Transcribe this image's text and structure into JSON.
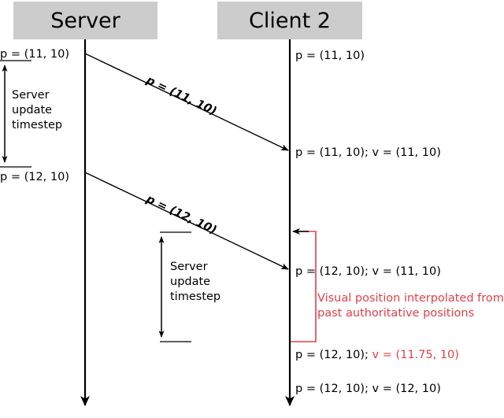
{
  "diagram": {
    "title_server": "Server",
    "title_client": "Client 2",
    "colors": {
      "header_fill": "#cccccc",
      "line": "#000000",
      "accent_red": "#e0404a"
    },
    "lanes": [
      {
        "name": "server",
        "label": "Server"
      },
      {
        "name": "client2",
        "label": "Client 2"
      }
    ],
    "server_labels": [
      {
        "text": "p = (11, 10)"
      },
      {
        "text": "p = (12, 10)"
      }
    ],
    "brackets": [
      {
        "label_lines": [
          "Server",
          "update",
          "timestep"
        ]
      },
      {
        "label_lines": [
          "Server",
          "update",
          "timestep"
        ]
      }
    ],
    "messages": [
      {
        "label": "p = (11, 10)"
      },
      {
        "label": "p = (12, 10)"
      }
    ],
    "client_labels": [
      {
        "black": "p = (11, 10)",
        "red": ""
      },
      {
        "black": "p = (11, 10); v = (11, 10)",
        "red": ""
      },
      {
        "black": "p = (12, 10); v = (11, 10)",
        "red": ""
      },
      {
        "black": "p = (12, 10); ",
        "red": "v = (11.75, 10)"
      },
      {
        "black": "p = (12, 10); v = (12, 10)",
        "red": ""
      }
    ],
    "annotation": {
      "line1": "Visual position interpolated from",
      "line2": "past authoritative positions"
    }
  }
}
